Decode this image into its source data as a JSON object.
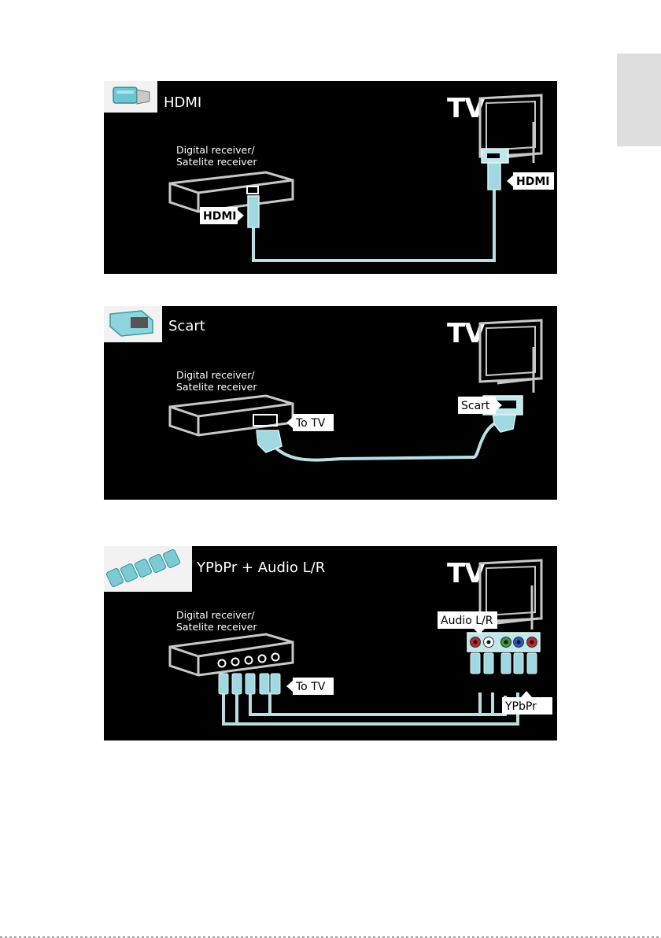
{
  "panels": [
    {
      "title": "HDMI",
      "tv_label": "TV",
      "device_line1": "Digital receiver/",
      "device_line2": "Satelite receiver",
      "device_port_label": "HDMI",
      "tv_port_label": "HDMI",
      "icon": "hdmi-connector-icon"
    },
    {
      "title": "Scart",
      "tv_label": "TV",
      "device_line1": "Digital receiver/",
      "device_line2": "Satelite receiver",
      "device_port_label": "To TV",
      "tv_port_label": "Scart",
      "icon": "scart-connector-icon"
    },
    {
      "title": "YPbPr + Audio L/R",
      "tv_label": "TV",
      "device_line1": "Digital receiver/",
      "device_line2": "Satelite receiver",
      "device_port_label": "To TV",
      "tv_audio_label": "Audio L/R",
      "tv_video_label": "YPbPr",
      "icon": "rca-connectors-icon",
      "jack_colors": [
        "#c0282a",
        "#ffffff",
        "#3a9a3a",
        "#2b57b8",
        "#c0282a"
      ]
    }
  ],
  "colors": {
    "cable": "#b9dfe3",
    "accent": "#9fd8e0",
    "device_outline": "#c8c8c8"
  }
}
